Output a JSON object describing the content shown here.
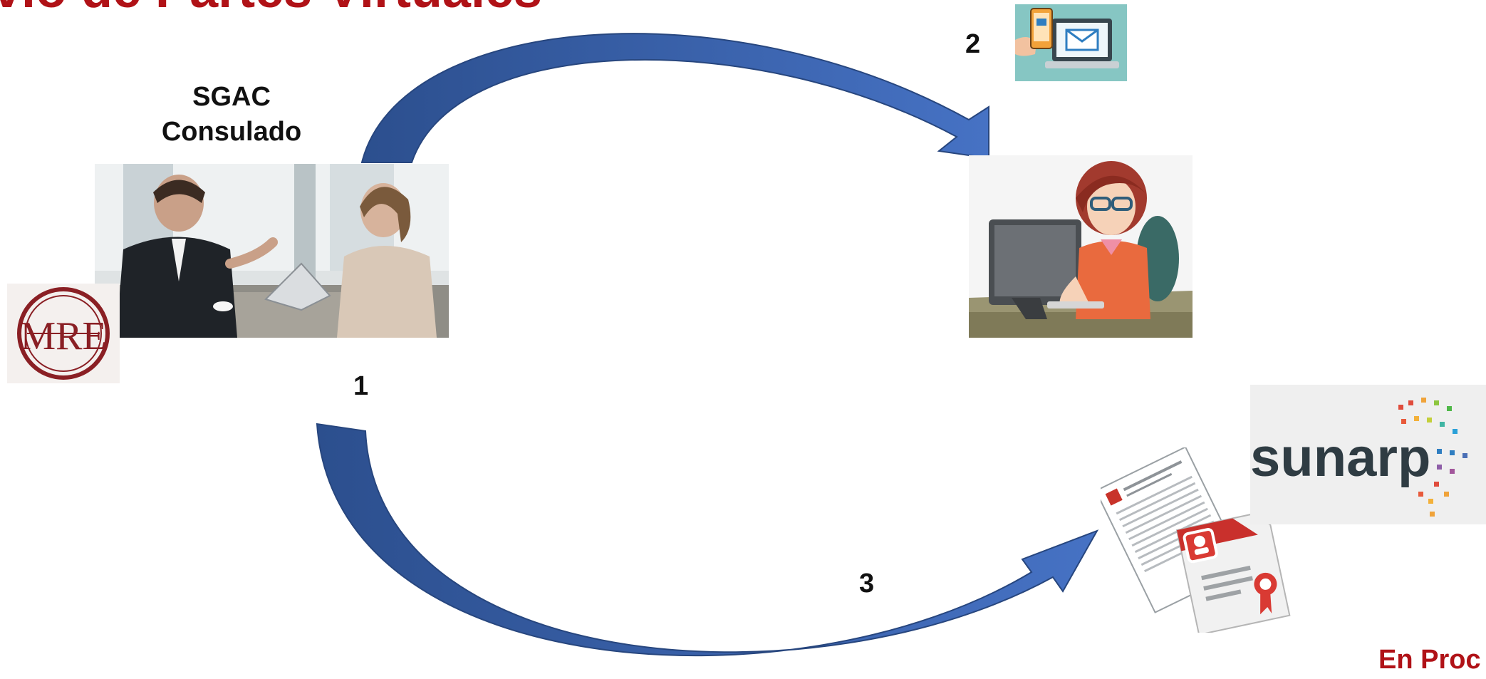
{
  "title": "vio de Partes Virtuales",
  "sgac_label": {
    "line1": "SGAC",
    "line2": "Consulado"
  },
  "steps": {
    "one": "1",
    "two": "2",
    "three": "3"
  },
  "mre_seal": {
    "text": "MRE"
  },
  "sunarp_logo": {
    "text": "sunarp"
  },
  "status": "En Proc",
  "icons": {
    "meeting": "meeting-photo",
    "email": "email-phone-laptop-icon",
    "user": "woman-at-computer-icon",
    "certificate": "document-certificate-icon"
  },
  "colors": {
    "title": "#b01217",
    "arrow": "#3c66b0",
    "arrow_dark": "#2c4f8e",
    "status": "#b01217"
  }
}
